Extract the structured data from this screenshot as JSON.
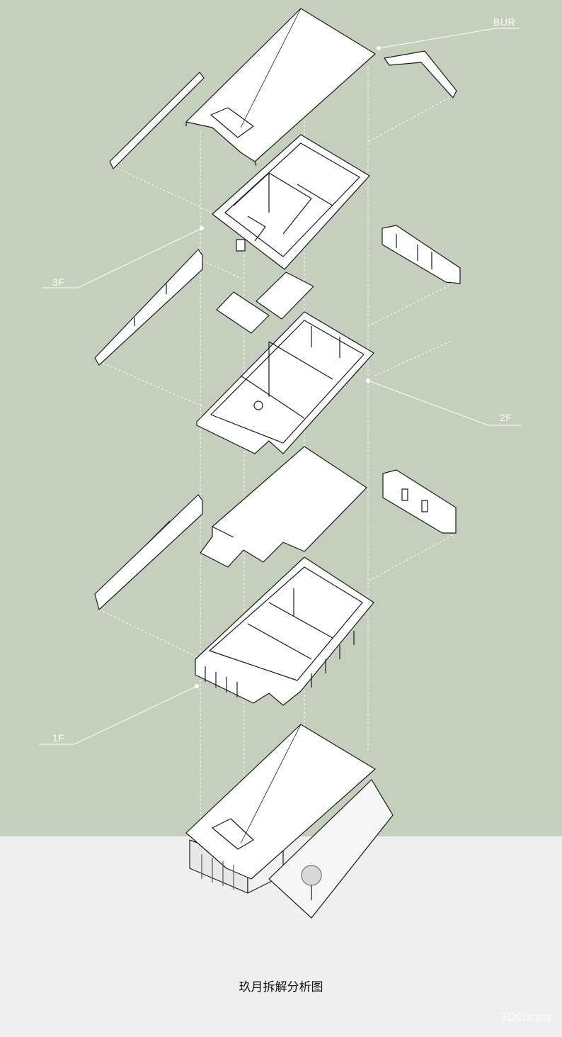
{
  "labels": {
    "roof": "BUR",
    "floor3": "3F",
    "floor2": "2F",
    "floor1": "1F"
  },
  "caption": "玖月拆解分析图",
  "watermark": "3DChcscs",
  "colors": {
    "background_green": "#c5cfbd",
    "background_grey": "#efefef",
    "panel_fill": "#ffffff",
    "line": "#1a1a1a",
    "guide": "#ffffff"
  }
}
